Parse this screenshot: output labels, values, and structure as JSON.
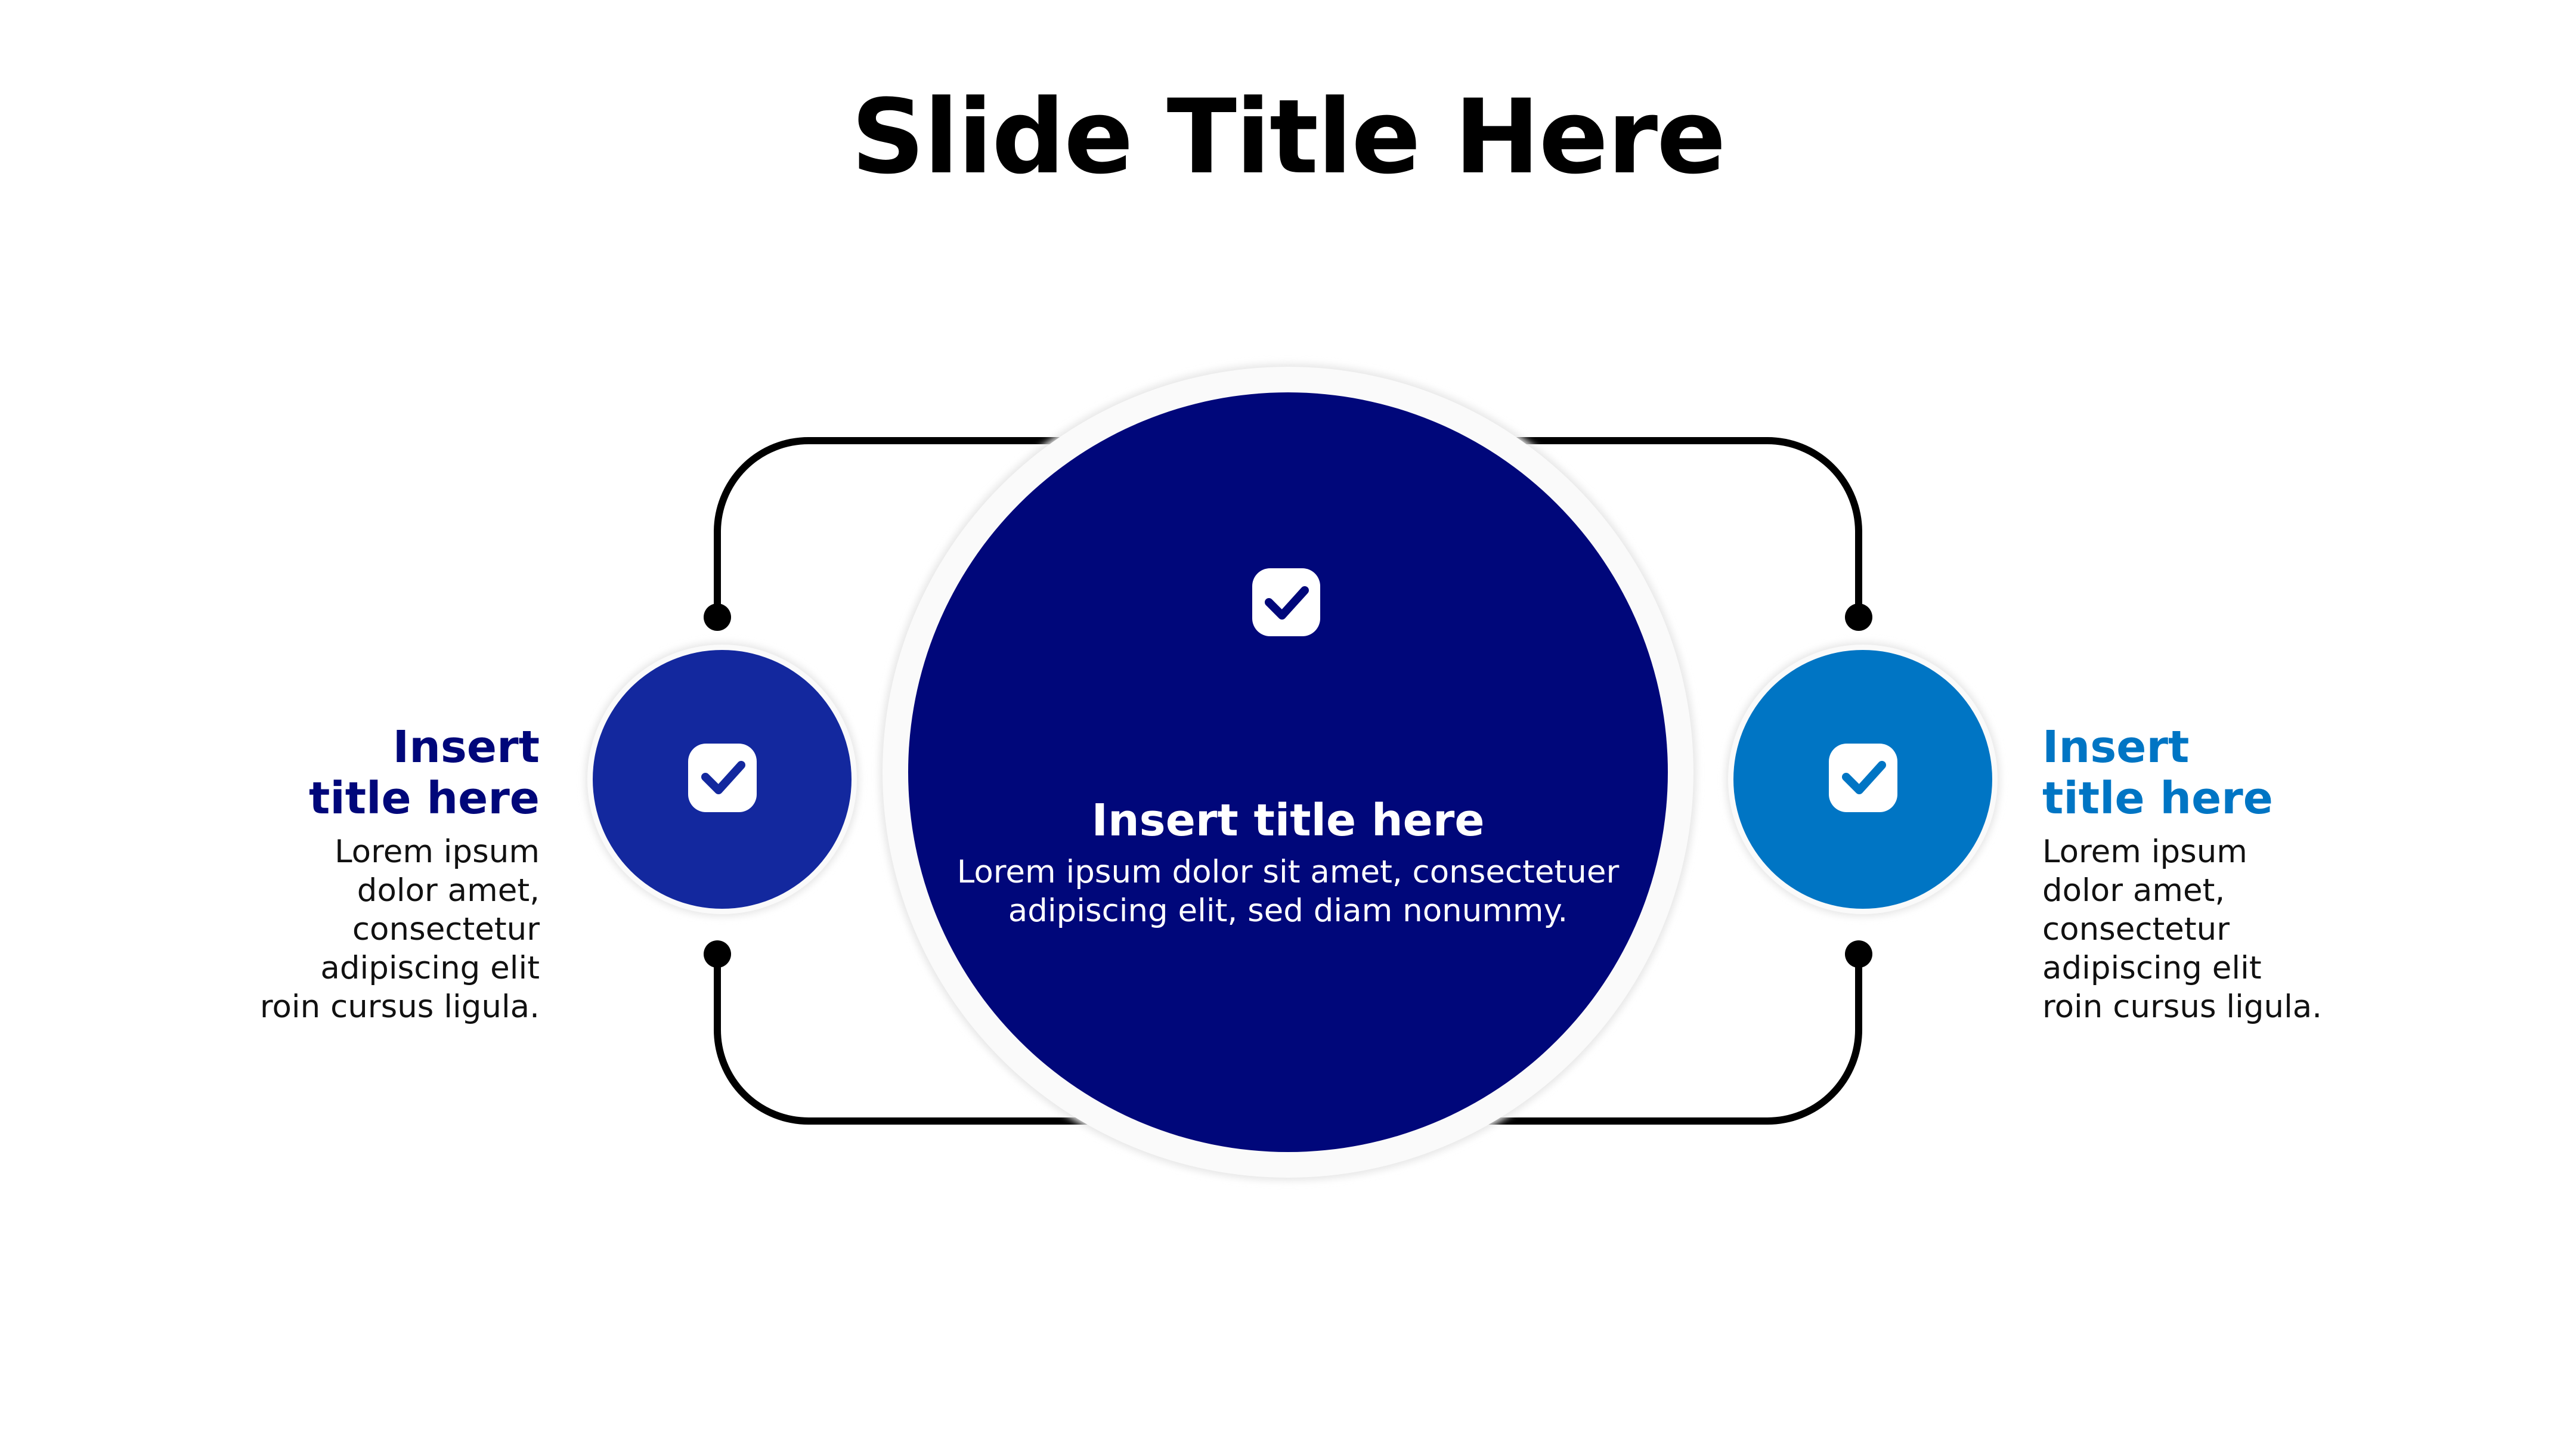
{
  "slide": {
    "title": "Slide Title Here"
  },
  "colors": {
    "center_fill": "#00077A",
    "left_fill": "#13289E",
    "right_fill": "#0075C4",
    "connector": "#000000",
    "halo": "#F5F5F5"
  },
  "center_item": {
    "title": "Insert title here",
    "body": "Lorem ipsum dolor sit amet, consectetuer adipiscing elit, sed diam nonummy.",
    "icon": "checkbox-checked-icon"
  },
  "left_item": {
    "title_line1": "Insert",
    "title_line2": "title here",
    "body": "Lorem ipsum dolor amet, consectetur adipiscing elit roin cursus ligula.",
    "icon": "checkbox-checked-icon",
    "title_color": "#00077A"
  },
  "right_item": {
    "title_line1": "Insert",
    "title_line2": "title here",
    "body": "Lorem ipsum dolor amet, consectetur adipiscing elit roin cursus ligula.",
    "icon": "checkbox-checked-icon",
    "title_color": "#0075C4"
  }
}
